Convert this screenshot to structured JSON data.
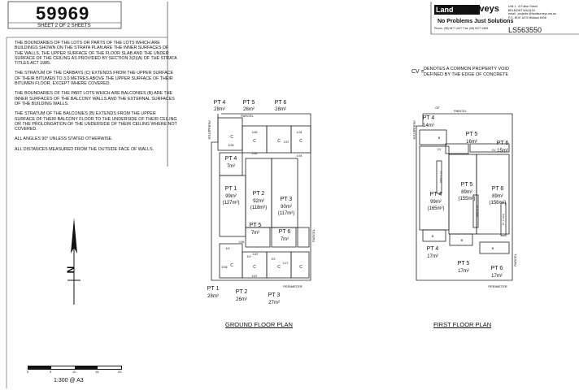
{
  "header": {
    "plan_number": "59969",
    "sheet_info": "SHEET 2 OF 2 SHEETS",
    "ls_number": "LS563550"
  },
  "company": {
    "logo_word1": "Land",
    "logo_word2": "Surveys",
    "tagline": "No Problems Just Solutions",
    "phone_line": "Phone: (08) 9477 4477     Fax: (08) 9477 4499",
    "address_lines": [
      "Unit 1 , 8 Fulton Street",
      "BELMONT WA 6104",
      "email : projects @landsurveys.net.au",
      "P.O. BOX 1879 Midland 6936"
    ]
  },
  "notes": [
    "The boundaries of the lots or parts of the lots which are buildings shown on the strata plan are the inner surfaces of the walls, the upper surface of the floor slab and the under surface of the ceiling as provided by section 3(2)(a) of the Strata Titles Act 1985.",
    "The stratum of the carbays (C) extends from the upper surface of their bitumen to 3.0 metres above the upper surface of their bitumen floor, except where covered.",
    "The boundaries of the part lots which are balconies (B) are the inner surfaces of the balcony walls and the external surfaces of the building walls.",
    "The stratum of the balconies (B) extends from the upper surface of their balcony floor to the underside of their ceiling or the prolongation of the underside of their ceiling where not covered.",
    "All angles 90° unless stated otherwise.",
    "All distances measured from the outside face of walls."
  ],
  "legend": {
    "key": "CV =",
    "text_line1": "DENOTES A COMMON PROPERTY VOID",
    "text_line2": "DEFINED BY THE EDGE OF CONCRETE"
  },
  "ground_floor": {
    "title": "GROUND FLOOR PLAN",
    "edge_labels": {
      "perimeter_left": "PERIMETER",
      "parcel_top": "PARCEL",
      "parcel_right": "PARCEL",
      "perimeter_bottom": "PERIMETER"
    },
    "lots": [
      {
        "pt": "PT 4",
        "area": "28m²"
      },
      {
        "pt": "PT 5",
        "area": "26m²"
      },
      {
        "pt": "PT 6",
        "area": "28m²"
      },
      {
        "pt": "PT 4",
        "area": "7m²"
      },
      {
        "pt": "PT 1",
        "area": "99m²",
        "sub": "(127m²)"
      },
      {
        "pt": "PT 2",
        "area": "92m²",
        "sub": "(118m²)"
      },
      {
        "pt": "PT 3",
        "area": "90m²",
        "sub": "(117m²)"
      },
      {
        "pt": "PT 5",
        "area": "7m²"
      },
      {
        "pt": "PT 6",
        "area": "7m²"
      },
      {
        "pt": "PT 1",
        "area": "28m²"
      },
      {
        "pt": "PT 2",
        "area": "26m²"
      },
      {
        "pt": "PT 3",
        "area": "27m²"
      }
    ],
    "bay_label": "C",
    "dims": [
      "5.56",
      "4.85",
      "4.94",
      "4.85",
      "4.94",
      "3.57",
      "5.58",
      "5.5",
      "5.5",
      "5.5",
      "3.27",
      "4.87",
      "4.87",
      "0.56"
    ]
  },
  "first_floor": {
    "title": "FIRST FLOOR PLAN",
    "edge_labels": {
      "perimeter_left": "PERIMETER",
      "parcel_top": "PARCEL",
      "parcel_right": "PARCEL",
      "perimeter_bottom": "PERIMETER",
      "of": "OF"
    },
    "lots": [
      {
        "pt": "PT 4",
        "area": "14m²"
      },
      {
        "pt": "PT 5",
        "area": "16m²"
      },
      {
        "pt": "PT 6",
        "area": "15m²"
      },
      {
        "pt": "PT 4",
        "area": "99m²",
        "sub": "(165m²)"
      },
      {
        "pt": "PT 5",
        "area": "89m²",
        "sub": "(155m²)"
      },
      {
        "pt": "PT 6",
        "area": "89m²",
        "sub": "(156m²)"
      },
      {
        "pt": "PT 4",
        "area": "17m²"
      },
      {
        "pt": "PT 5",
        "area": "17m²"
      },
      {
        "pt": "PT 6",
        "area": "17m²"
      }
    ],
    "bay_label": "B",
    "void_label": "CV",
    "void_text": "PT 4 VOID"
  },
  "scale": {
    "label": "1:300 @ A3",
    "ticks": [
      "0",
      "5",
      "10",
      "15",
      "20"
    ]
  },
  "north": "N"
}
